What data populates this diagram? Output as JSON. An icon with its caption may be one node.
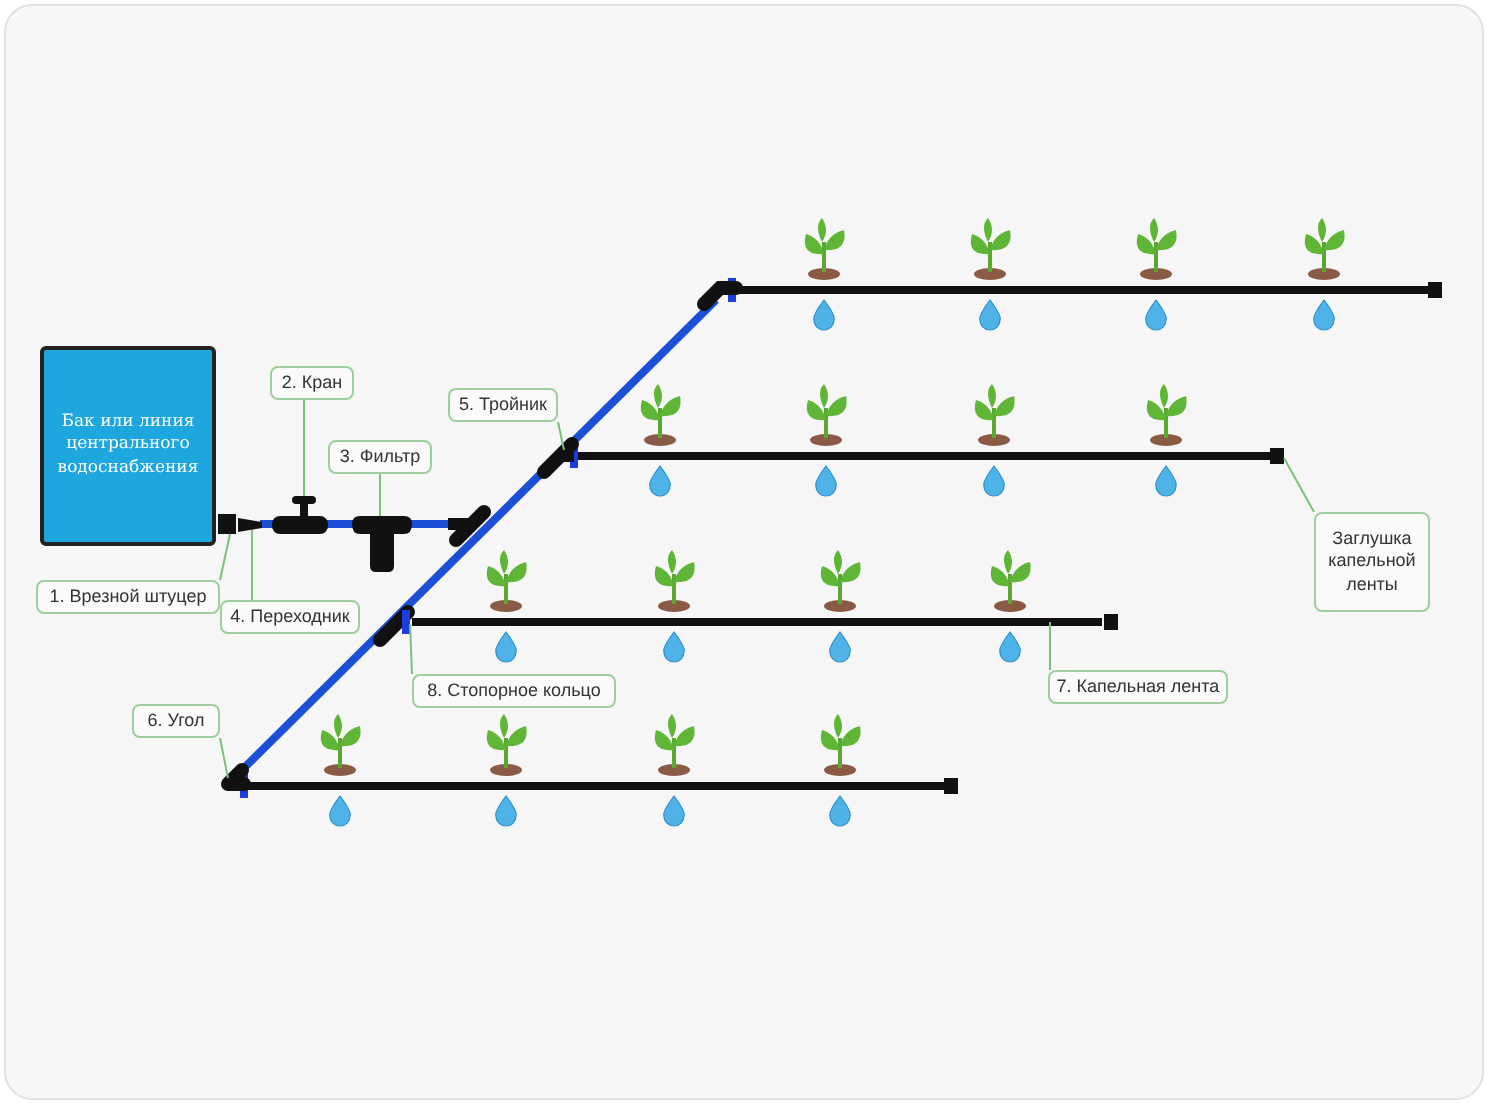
{
  "diagram": {
    "nodes": [
      {
        "text": [
          "Бак или линия центрального водоснабжения"
        ]
      },
      {
        "text": [
          "1. Врезной штуцер"
        ]
      },
      {
        "text": [
          "2. Кран"
        ]
      },
      {
        "text": [
          "3. Фильтр"
        ]
      },
      {
        "text": [
          "4. Переходник"
        ]
      },
      {
        "text": [
          "5. Тройник"
        ]
      },
      {
        "text": [
          "6. Угол"
        ]
      },
      {
        "text": [
          "7. Капельная лента"
        ]
      },
      {
        "text": [
          "8. Стопорное кольцо"
        ]
      },
      {
        "text": [
          "Заглушка капельной ленты"
        ]
      },
      {
        "text": [],
        "shape": "box"
      },
      {
        "text": [],
        "shape": "picture"
      },
      {
        "text": [],
        "shape": "picture"
      },
      {
        "text": [],
        "shape": "picture"
      },
      {
        "text": [],
        "shape": "picture"
      },
      {
        "text": [],
        "shape": "picture"
      },
      {
        "text": [],
        "shape": "picture"
      },
      {
        "text": [],
        "shape": "box"
      },
      {
        "text": [],
        "shape": "box"
      }
    ],
    "edges": [
      {
        "from": 1,
        "to": 10,
        "arrow": "none"
      },
      {
        "from": 2,
        "to": 11,
        "arrow": "none"
      },
      {
        "from": 3,
        "to": 12,
        "arrow": "none"
      },
      {
        "from": 4,
        "to": 13,
        "arrow": "none"
      },
      {
        "from": 5,
        "to": 14,
        "arrow": "none"
      },
      {
        "from": 6,
        "to": 15,
        "arrow": "none"
      },
      {
        "from": 7,
        "to": 16,
        "arrow": "none"
      },
      {
        "from": 8,
        "to": 17,
        "arrow": "none"
      },
      {
        "from": 9,
        "to": 18,
        "arrow": "none"
      }
    ]
  }
}
